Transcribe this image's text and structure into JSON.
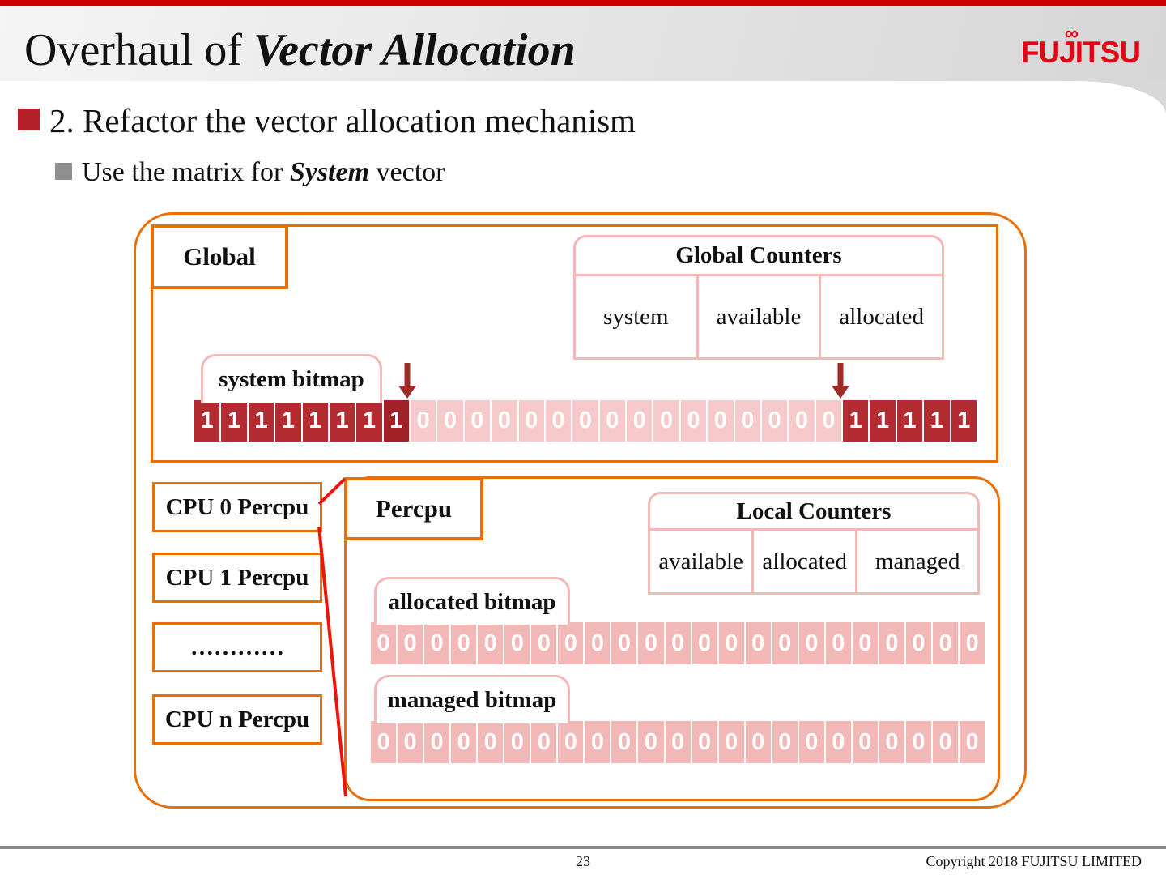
{
  "header": {
    "title_regular": "Overhaul of ",
    "title_emphasis": "Vector Allocation",
    "logo_text": "FUJITSU",
    "logo_infinity": "∞"
  },
  "bullets": {
    "level1": "2. Refactor the vector allocation mechanism",
    "level2_prefix": "Use the matrix for ",
    "level2_emphasis": "System",
    "level2_suffix": " vector"
  },
  "diagram": {
    "global_section": {
      "label": "Global",
      "counters": {
        "title": "Global Counters",
        "columns": [
          "system",
          "available",
          "allocated"
        ]
      },
      "bitmap_label": "system bitmap",
      "bitmap_bits": "11111111000000000000000011111"
    },
    "cpu_boxes": [
      "CPU 0 Percpu",
      "CPU 1 Percpu",
      "…………",
      "CPU n Percpu"
    ],
    "percpu_section": {
      "label": "Percpu",
      "counters": {
        "title": "Local Counters",
        "columns": [
          "available",
          "allocated",
          "managed"
        ]
      },
      "allocated_bitmap_label": "allocated bitmap",
      "allocated_bitmap_bits": "00000000000000000000000",
      "managed_bitmap_label": "managed bitmap",
      "managed_bitmap_bits": "00000000000000000000000"
    }
  },
  "footer": {
    "page_number": "23",
    "copyright": "Copyright 2018 FUJITSU LIMITED"
  },
  "colors": {
    "top_bar_red": "#c80000",
    "logo_red": "#e60012",
    "bullet_red": "#b41f28",
    "bullet_gray": "#8f8f8f",
    "frame_orange": "#e8700a",
    "pink_border": "#f5b6b6",
    "bit_one_dark_red": "#b22c31",
    "bit_zero_pink": "#f6caca",
    "arrow_dark_red": "#9e2b27",
    "connector_red": "#ee1409"
  }
}
